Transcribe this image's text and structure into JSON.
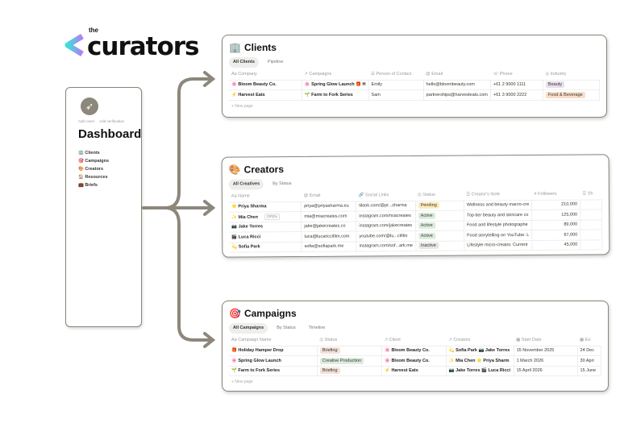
{
  "logo": {
    "small": "the",
    "big": "curators",
    "colors": [
      "#3de0d8",
      "#b57cf5"
    ]
  },
  "dashboard": {
    "icon": "compass-icon",
    "add_cover": "Add cover",
    "add_verification": "Add verification",
    "title": "Dashboard",
    "links": [
      {
        "icon": "🏢",
        "label": "Clients"
      },
      {
        "icon": "🎯",
        "label": "Campaigns"
      },
      {
        "icon": "🎨",
        "label": "Creators"
      },
      {
        "icon": "🏠",
        "label": "Resources"
      },
      {
        "icon": "💼",
        "label": "Briefs"
      }
    ]
  },
  "clients": {
    "icon": "🏢",
    "title": "Clients",
    "tabs": [
      "All Clients",
      "Pipeline"
    ],
    "columns": [
      "Aa Company",
      "↗ Campaigns",
      "☰ Person of Contact",
      "@ Email",
      "☏ Phone",
      "◎ Industry"
    ],
    "rows": [
      {
        "company": "Bloom Beauty Co.",
        "c_icon": "🌸",
        "campaign": "🌸 Spring Glow Launch  🎁 H",
        "contact": "Emily",
        "email": "hello@bloombeauty.com",
        "phone": "+61 2 9000 1111",
        "industry": "Beauty",
        "ind_color": "#e8deee"
      },
      {
        "company": "Harvest Eats",
        "c_icon": "⚡",
        "campaign": "🌱 Farm to Fork Series",
        "contact": "Sam",
        "email": "partnerships@harvesteats.com",
        "phone": "+61 3 9000 2222",
        "industry": "Food & Beverage",
        "ind_color": "#fadec9"
      }
    ],
    "new_page": "+ New page"
  },
  "creators": {
    "icon": "🎨",
    "title": "Creators",
    "tabs": [
      "All Creatives",
      "By Status"
    ],
    "columns": [
      "Aa Name",
      "@ Email",
      "🔗 Social Links",
      "◎ Status",
      "☰ Creator's Note",
      "# Followers",
      "☰ Sh"
    ],
    "open_label": "OPEN",
    "rows": [
      {
        "icon": "⭐",
        "name": "Priya Sharma",
        "email": "priya@priyasharma.eu",
        "social": "tiktok.com/@pr...sharma",
        "status": "Pending",
        "note": "Wellness and beauty macro-cre",
        "followers": "210,000"
      },
      {
        "icon": "✨",
        "name": "Mia Chen",
        "email": "mia@miacreates.com",
        "social": "instagram.com/miacreates",
        "status": "Active",
        "note": "Top-tier beauty and skincare co",
        "followers": "125,000"
      },
      {
        "icon": "📷",
        "name": "Jake Torres",
        "email": "jake@jakecreates.co",
        "social": "instagram.com/jakecreates",
        "status": "Active",
        "note": "Food and lifestyle photographe",
        "followers": "89,000"
      },
      {
        "icon": "🎬",
        "name": "Luca Ricci",
        "email": "luca@lucariccifilm.com",
        "social": "youtube.com/@lu...cifilm",
        "status": "Active",
        "note": "Food storytelling on YouTube. L",
        "followers": "67,000"
      },
      {
        "icon": "💫",
        "name": "Sofia Park",
        "email": "sofia@sofiapark.me",
        "social": "instagram.com/sof...ark.me",
        "status": "Inactive",
        "note": "Lifestyle micro-creator. Current",
        "followers": "45,000"
      }
    ]
  },
  "campaigns": {
    "icon": "🎯",
    "title": "Campaigns",
    "tabs": [
      "All Campaigns",
      "By Status",
      "Timeline"
    ],
    "columns": [
      "Aa Campaign Name",
      "◎ Status",
      "↗ Client",
      "↗ Creators",
      "▦ Start Date",
      "▦ En"
    ],
    "rows": [
      {
        "icon": "🎁",
        "name": "Holiday Hamper Drop",
        "status": "Briefing",
        "client": "🌸 Bloom Beauty Co.",
        "creators": "💫 Sofia Park  📷 Jake Torres",
        "start": "15 November 2025",
        "end": "24 Dec"
      },
      {
        "icon": "🌸",
        "name": "Spring Glow Launch",
        "status": "Creative Production",
        "client": "🌸 Bloom Beauty Co.",
        "creators": "✨ Mia Chen  ⭐ Priya Sharm",
        "start": "1 March 2026",
        "end": "30 Apri"
      },
      {
        "icon": "🌱",
        "name": "Farm to Fork Series",
        "status": "Briefing",
        "client": "⚡ Harvest Eats",
        "creators": "📷 Jake Torres  🎬 Luca Ricci",
        "start": "15 April 2026",
        "end": "15 June"
      }
    ],
    "new_page": "+ New page"
  },
  "status_colors": {
    "Pending": "#fbeaba",
    "Active": "#dcecdf",
    "Inactive": "#e6e6e4",
    "Briefing": "#f3e1da",
    "Creative Production": "#dcecdf"
  }
}
